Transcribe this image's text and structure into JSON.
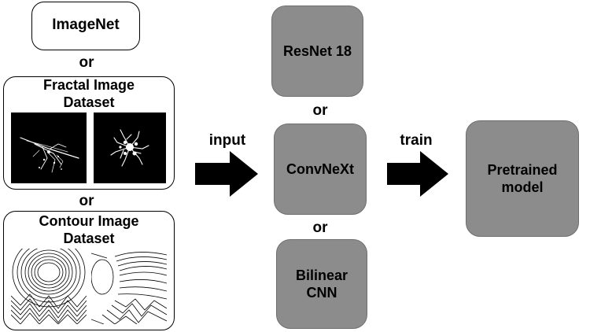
{
  "datasets": {
    "imagenet": "ImageNet",
    "or1": "or",
    "fractal_line1": "Fractal Image",
    "fractal_line2": "Dataset",
    "or2": "or",
    "contour_line1": "Contour Image",
    "contour_line2": "Dataset"
  },
  "arrows": {
    "input_label": "input",
    "train_label": "train"
  },
  "models": {
    "resnet": "ResNet 18",
    "or1": "or",
    "convnext": "ConvNeXt",
    "or2": "or",
    "bilinear_line1": "Bilinear",
    "bilinear_line2": "CNN"
  },
  "output": {
    "line1": "Pretrained",
    "line2": "model"
  },
  "colors": {
    "model_box_fill": "#8c8c8c",
    "arrow_fill": "#000000",
    "thumb_bg_fractal": "#000000"
  }
}
